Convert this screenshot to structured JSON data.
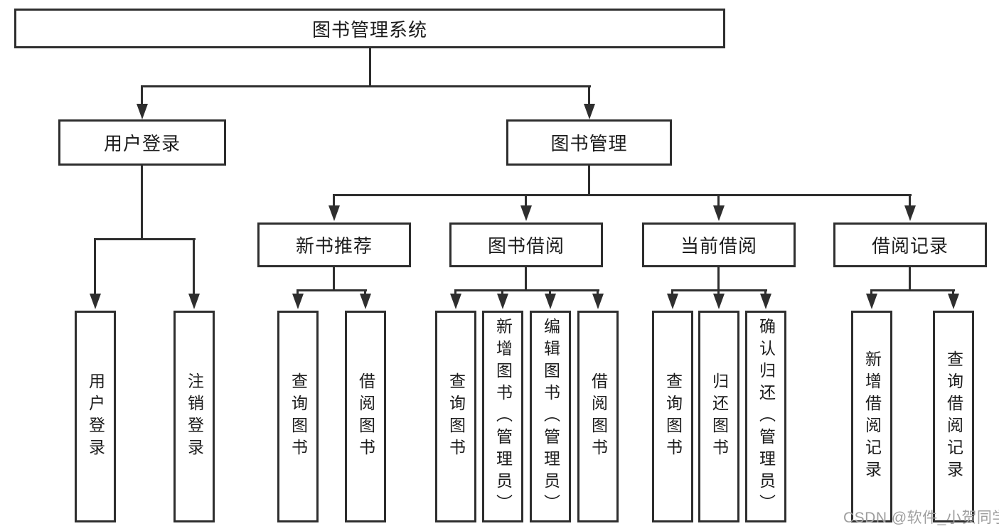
{
  "diagram": {
    "root": {
      "label": "图书管理系统"
    },
    "branches": {
      "user_login": {
        "label": "用户登录",
        "children": [
          "用户登录",
          "注销登录"
        ]
      },
      "book_mgmt": {
        "label": "图书管理"
      },
      "new_books": {
        "label": "新书推荐",
        "children": [
          "查询图书",
          "借阅图书"
        ]
      },
      "book_borrow": {
        "label": "图书借阅",
        "children": [
          "查询图书",
          "新增图书（管理员）",
          "编辑图书（管理员）",
          "借阅图书"
        ]
      },
      "current_borrow": {
        "label": "当前借阅",
        "children": [
          "查询图书",
          "归还图书",
          "确认归还（管理员）"
        ]
      },
      "borrow_records": {
        "label": "借阅记录",
        "children": [
          "新增借阅记录",
          "查询借阅记录"
        ]
      }
    }
  },
  "watermark": {
    "text": "CSDN @软件_小贺同学",
    "color": "#9e9e9e"
  },
  "colors": {
    "line": "#2e2e2e",
    "box_border": "#2e2e2e",
    "text": "#1c1c1c",
    "background": "#ffffff"
  }
}
